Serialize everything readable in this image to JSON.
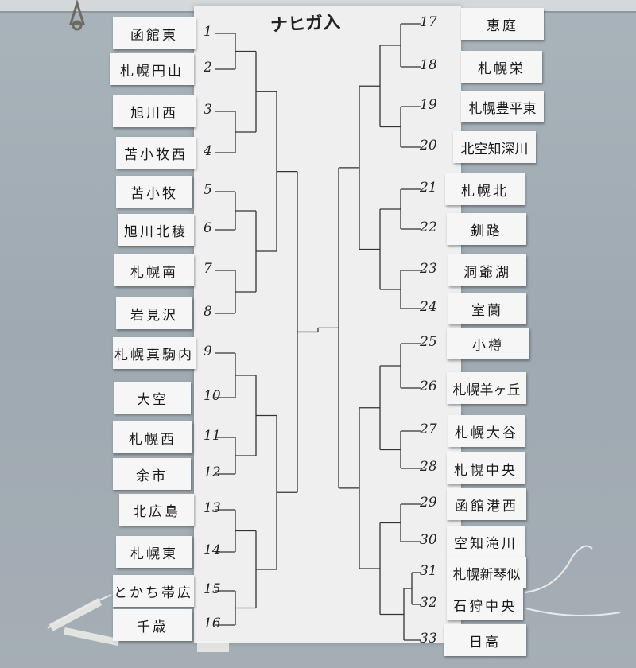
{
  "title": "ナヒガ入",
  "left_teams": [
    {
      "name": "函館東",
      "seed": "1"
    },
    {
      "name": "札幌円山",
      "seed": "2"
    },
    {
      "name": "旭川西",
      "seed": "3"
    },
    {
      "name": "苫小牧西",
      "seed": "4"
    },
    {
      "name": "苫小牧",
      "seed": "5"
    },
    {
      "name": "旭川北稜",
      "seed": "6"
    },
    {
      "name": "札幌南",
      "seed": "7"
    },
    {
      "name": "岩見沢",
      "seed": "8"
    },
    {
      "name": "札幌真駒内",
      "seed": "9"
    },
    {
      "name": "大空",
      "seed": "10"
    },
    {
      "name": "札幌西",
      "seed": "11"
    },
    {
      "name": "余市",
      "seed": "12"
    },
    {
      "name": "北広島",
      "seed": "13"
    },
    {
      "name": "札幌東",
      "seed": "14"
    },
    {
      "name": "とかち帯広",
      "seed": "15"
    },
    {
      "name": "千歳",
      "seed": "16"
    }
  ],
  "right_teams": [
    {
      "name": "恵庭",
      "seed": "17"
    },
    {
      "name": "札幌栄",
      "seed": "18"
    },
    {
      "name": "札幌豊平東",
      "seed": "19"
    },
    {
      "name": "北空知深川",
      "seed": "20"
    },
    {
      "name": "札幌北",
      "seed": "21"
    },
    {
      "name": "釧路",
      "seed": "22"
    },
    {
      "name": "洞爺湖",
      "seed": "23"
    },
    {
      "name": "室蘭",
      "seed": "24"
    },
    {
      "name": "小樽",
      "seed": "25"
    },
    {
      "name": "札幌羊ヶ丘",
      "seed": "26"
    },
    {
      "name": "札幌大谷",
      "seed": "27"
    },
    {
      "name": "札幌中央",
      "seed": "28"
    },
    {
      "name": "函館港西",
      "seed": "29"
    },
    {
      "name": "空知滝川",
      "seed": "30"
    },
    {
      "name": "札幌新琴似",
      "seed": "31"
    },
    {
      "name": "石狩中央",
      "seed": "32"
    },
    {
      "name": "日高",
      "seed": "33"
    }
  ]
}
